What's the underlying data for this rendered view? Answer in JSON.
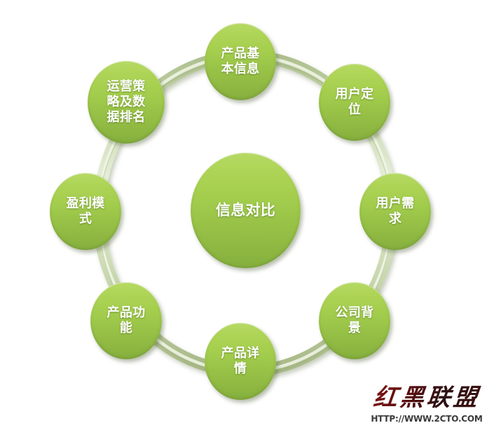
{
  "diagram": {
    "type": "radial-cycle",
    "background_color": "#ffffff",
    "node_color_top": "#aed456",
    "node_color_bottom": "#86b03e",
    "connector_color": "#c5d6aa",
    "connector_highlight_color": "#e9f1dd",
    "label_color": "#ffffff",
    "center": {
      "label": "信息对比"
    },
    "nodes": [
      {
        "id": "node-1",
        "label": "产品基\n本信息",
        "position": "top"
      },
      {
        "id": "node-2",
        "label": "用户定\n位",
        "position": "top-right"
      },
      {
        "id": "node-3",
        "label": "用户需\n求",
        "position": "right"
      },
      {
        "id": "node-4",
        "label": "公司背\n景",
        "position": "bottom-right"
      },
      {
        "id": "node-5",
        "label": "产品详\n情",
        "position": "bottom"
      },
      {
        "id": "node-6",
        "label": "产品功\n能",
        "position": "bottom-left"
      },
      {
        "id": "node-7",
        "label": "盈利模\n式",
        "position": "left"
      },
      {
        "id": "node-8",
        "label": "运营策\n略及数\n据排名",
        "position": "top-left"
      }
    ]
  },
  "watermark": {
    "mark": "红黑联盟",
    "url": "HTTP://WWW.2CTO.COM",
    "color": "#6d0f12"
  }
}
